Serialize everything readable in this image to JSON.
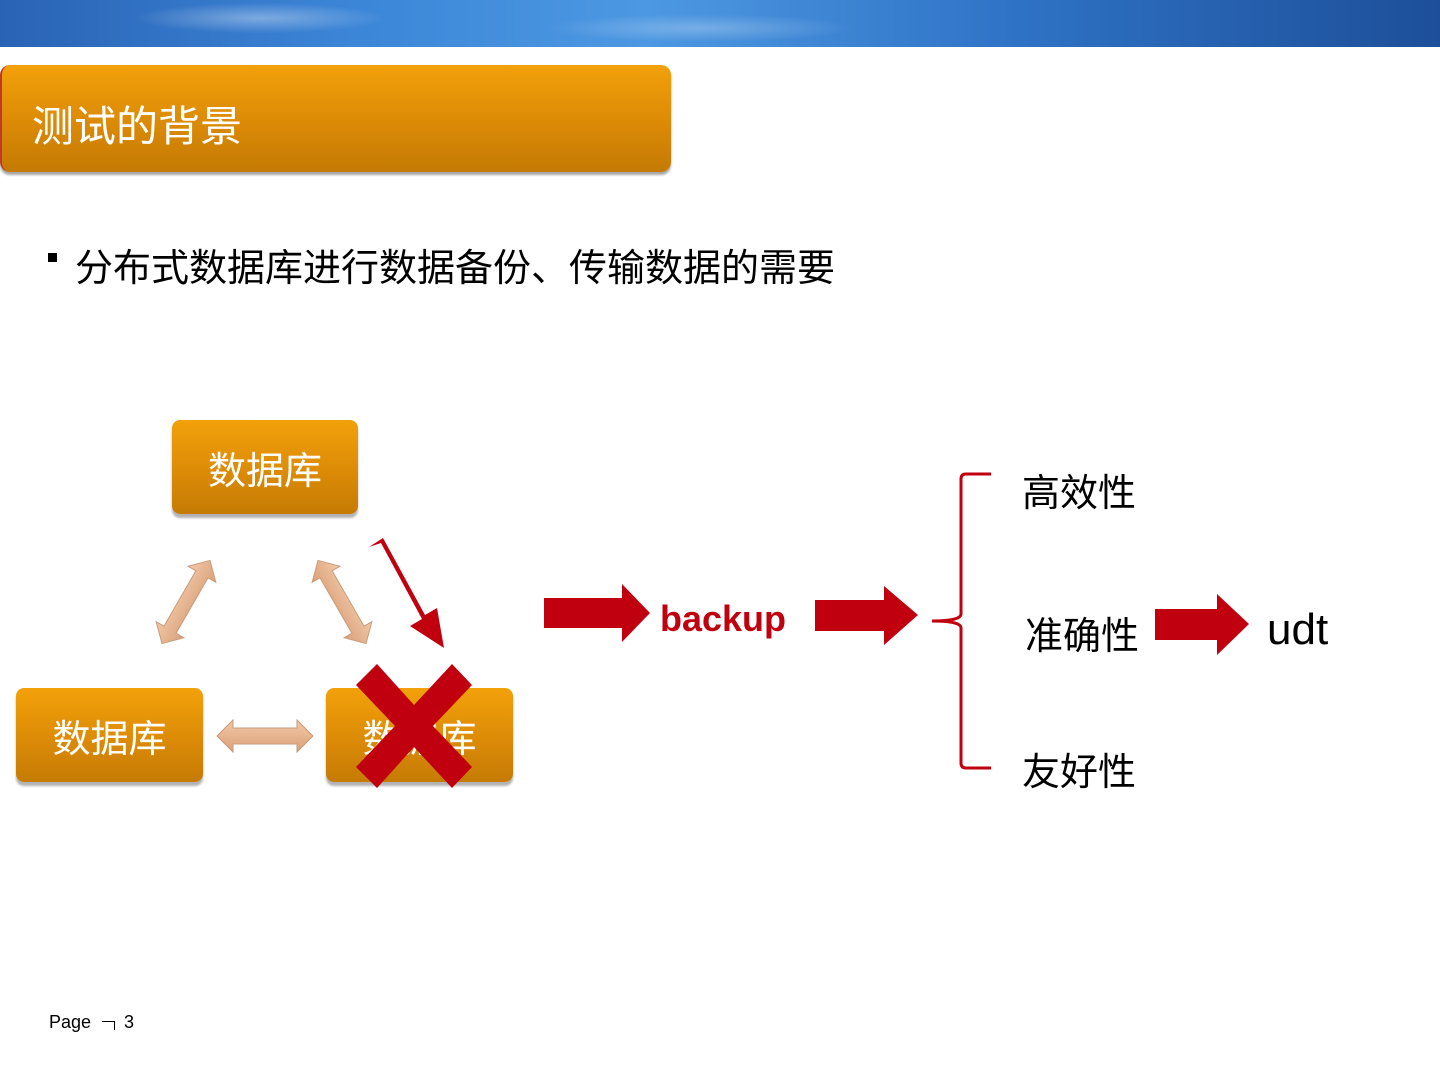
{
  "slide": {
    "title": "测试的背景",
    "bullet": "分布式数据库进行数据备份、传输数据的需要",
    "footer": {
      "page_label": "Page",
      "page_number": "3"
    }
  },
  "diagram": {
    "databases": [
      {
        "label": "数据库"
      },
      {
        "label": "数据库"
      },
      {
        "label": "数据库",
        "failed": true
      }
    ],
    "backup_label": "backup",
    "qualities": [
      "高效性",
      "准确性",
      "友好性"
    ],
    "result_label": "udt"
  },
  "colors": {
    "accent_orange": "#e39208",
    "arrow_red": "#c0000e",
    "header_blue": "#3c86d8",
    "double_arrow": "#e8b48a"
  }
}
